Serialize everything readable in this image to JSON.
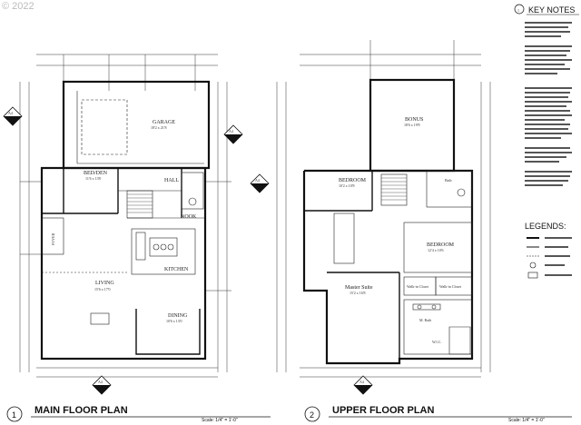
{
  "watermark": "© 2022",
  "main_plan": {
    "number": "1",
    "title": "MAIN FLOOR PLAN",
    "scale": "Scale: 1/4\" = 1'-0\"",
    "rooms": {
      "garage": "GARAGE",
      "bedden": "BED/DEN",
      "hall": "HALL",
      "nook": "NOOK",
      "kitchen": "KITCHEN",
      "living": "LIVING",
      "dining": "DINING",
      "foyer": "FOYER"
    },
    "marker_left": "A4",
    "marker_right": "A4",
    "marker_bottom": "A4"
  },
  "upper_plan": {
    "number": "2",
    "title": "UPPER FLOOR PLAN",
    "scale": "Scale: 1/4\" = 1'-0\"",
    "rooms": {
      "bonus": "BONUS",
      "bedroom1": "BEDROOM",
      "bedroom2": "BEDROOM",
      "master": "Master Suite",
      "bath": "Bath",
      "walkin1": "Walk-in Closet",
      "walkin2": "Walk-in Closet",
      "mbath": "M. Bath",
      "wic": "W.I.C."
    },
    "marker_left": "A4",
    "marker_bottom": "A4"
  },
  "key_notes": {
    "marker": "1",
    "header": "KEY NOTES",
    "legend_header": "LEGENDS:"
  }
}
